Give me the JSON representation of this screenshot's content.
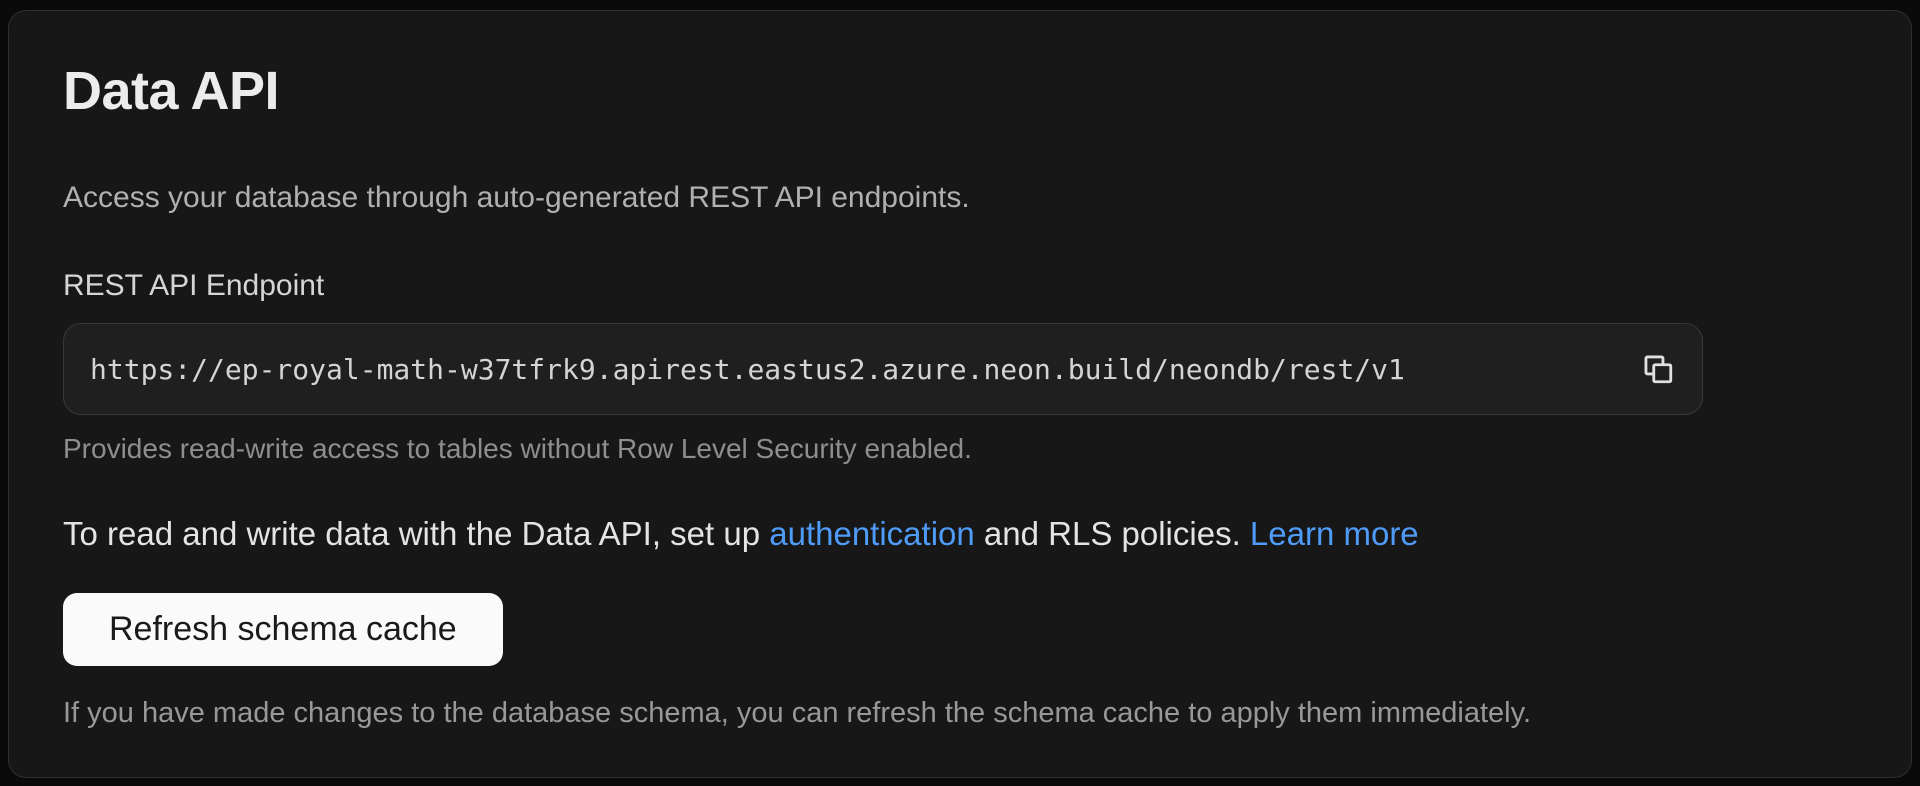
{
  "colors": {
    "page_background": "#0a0a0a",
    "card_background": "#171717",
    "card_border": "#2f2f2f",
    "field_background": "#1f1f1f",
    "field_border": "#383838",
    "accent_link": "#4f9bf8",
    "button_background": "#fafafa",
    "button_text": "#1a1a1a"
  },
  "card": {
    "title": "Data API",
    "subtitle": "Access your database through auto-generated REST API endpoints.",
    "endpoint": {
      "label": "REST API Endpoint",
      "value": "https://ep-royal-math-w37tfrk9.apirest.eastus2.azure.neon.build/neondb/rest/v1",
      "copy_icon": "copy-icon",
      "helper": "Provides read-write access to tables without Row Level Security enabled."
    },
    "rls_note": {
      "text_before": "To read and write data with the Data API, set up ",
      "auth_link_label": "authentication",
      "text_middle": " and RLS policies. ",
      "learn_more_label": "Learn more"
    },
    "refresh": {
      "button_label": "Refresh schema cache",
      "helper": "If you have made changes to the database schema, you can refresh the schema cache to apply them immediately."
    }
  }
}
